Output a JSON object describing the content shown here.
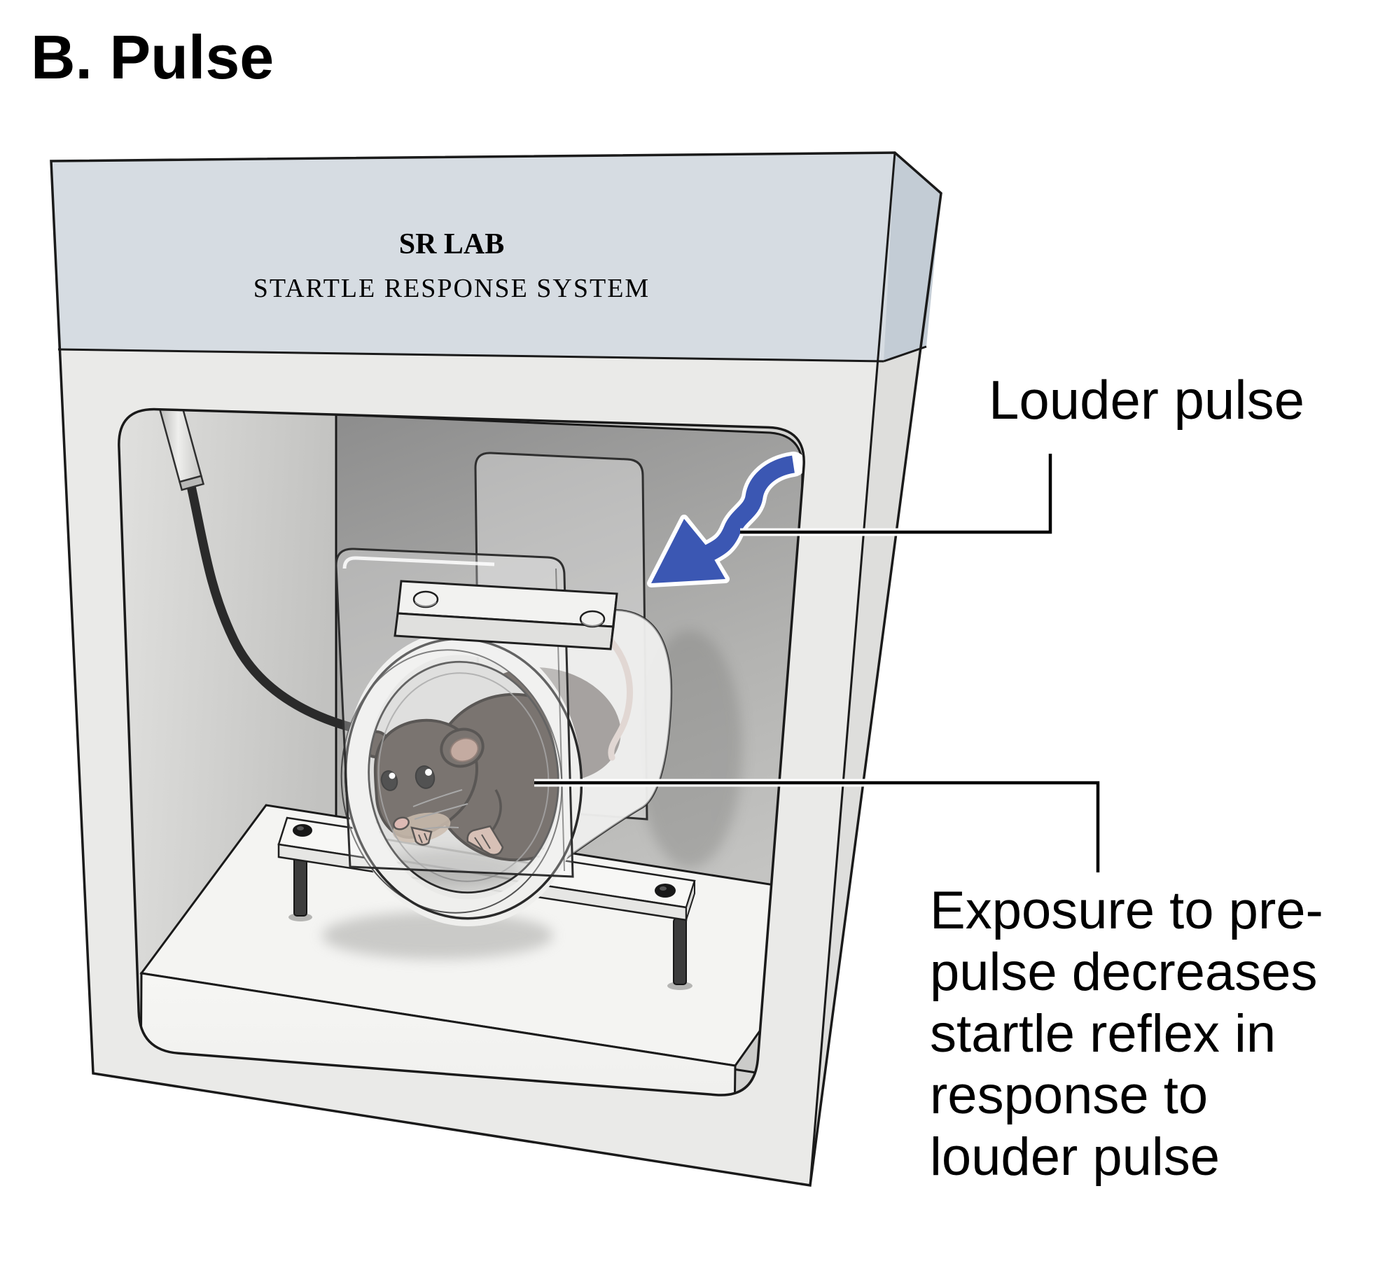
{
  "title": "B. Pulse",
  "device_label": {
    "line1": "SR LAB",
    "line2": "STARTLE RESPONSE SYSTEM"
  },
  "callouts": {
    "louder_pulse": "Louder pulse",
    "prepulse_effect_lines": [
      "Exposure to pre-",
      "pulse decreases",
      "startle reflex in",
      "response to",
      "louder pulse"
    ]
  },
  "icons": {
    "pulse_arrow": "wavy-sound-pulse-arrow-down-left"
  },
  "colors": {
    "pulse_arrow_blue": "#3b57b3",
    "top_panel_front": "#d6dce2",
    "top_panel_side": "#c3ccd5",
    "cabinet_front": "#eaeae8",
    "cabinet_side": "#dededc",
    "interior_back_wall": "#9b9b9b",
    "base_slab": "#f4f4f2",
    "rat_body": "#4a423c",
    "outline": "#1a1a1a",
    "text": "#000000"
  }
}
